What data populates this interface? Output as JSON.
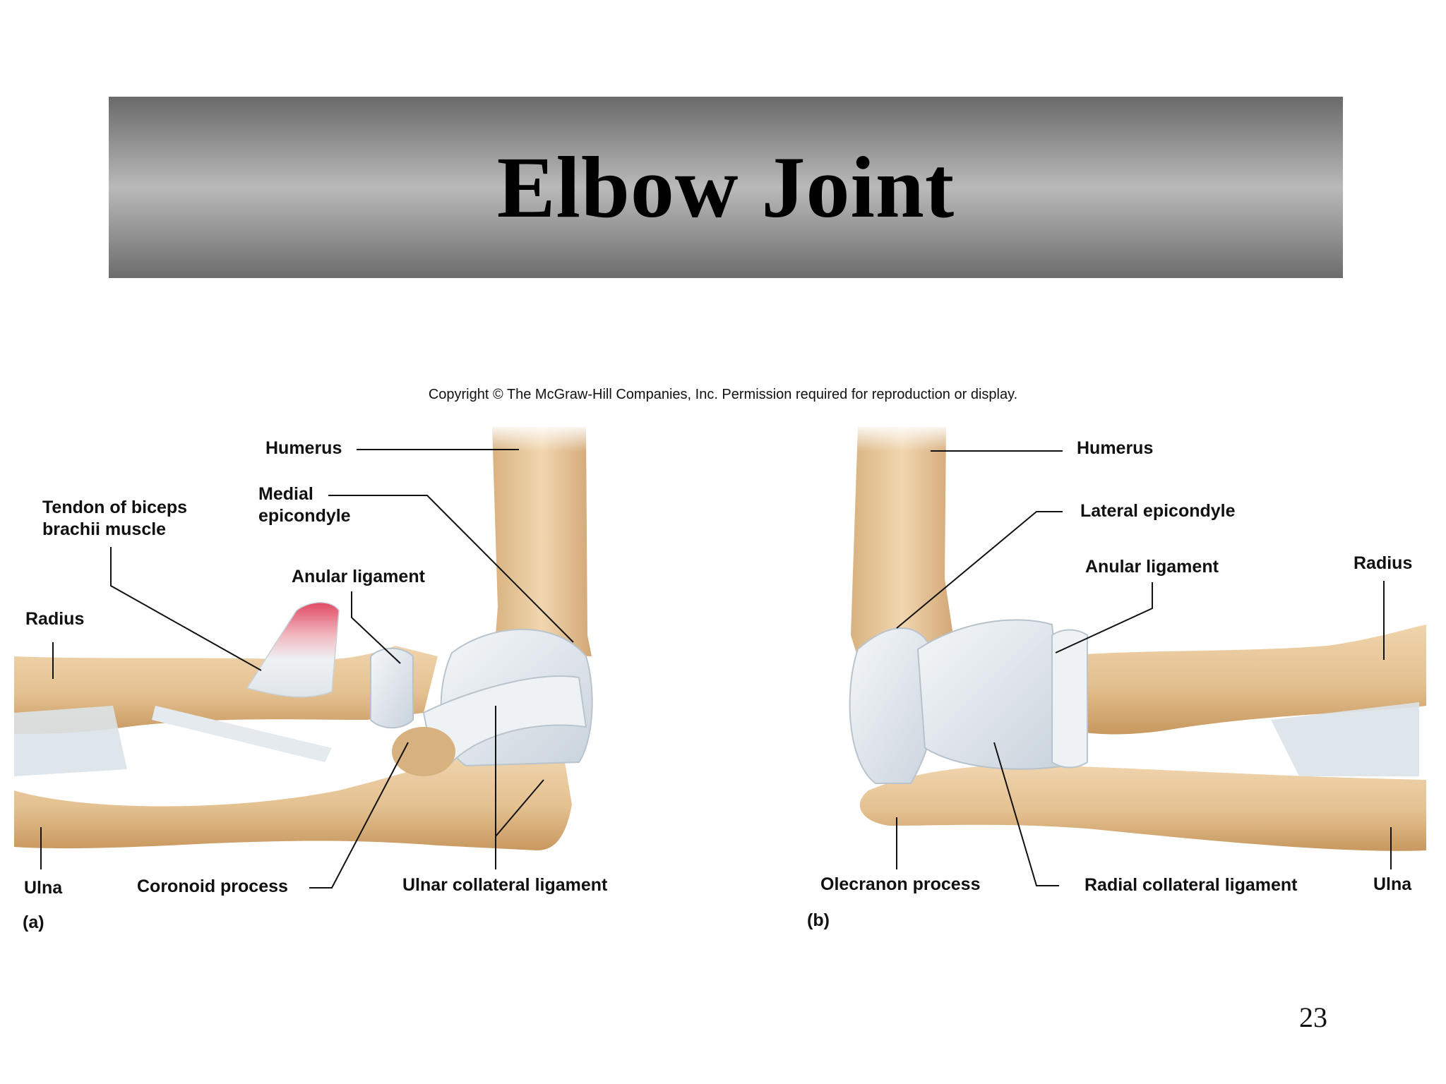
{
  "slide": {
    "title": "Elbow Joint",
    "copyright": "Copyright © The McGraw-Hill Companies, Inc. Permission required for reproduction or display.",
    "page_number": "23"
  },
  "figure_a": {
    "panel_label": "(a)",
    "labels": {
      "humerus": "Humerus",
      "medial_epicondyle": "Medial\nepicondyle",
      "tendon_biceps": "Tendon of biceps\nbrachii muscle",
      "anular_ligament": "Anular ligament",
      "radius": "Radius",
      "ulna": "Ulna",
      "coronoid_process": "Coronoid process",
      "ulnar_collateral_ligament": "Ulnar collateral ligament"
    }
  },
  "figure_b": {
    "panel_label": "(b)",
    "labels": {
      "humerus": "Humerus",
      "lateral_epicondyle": "Lateral epicondyle",
      "anular_ligament": "Anular ligament",
      "radius": "Radius",
      "olecranon_process": "Olecranon process",
      "radial_collateral_ligament": "Radial collateral ligament",
      "ulna": "Ulna"
    }
  },
  "colors": {
    "bone": "#e8c9a0",
    "bone_shadow": "#c9a06d",
    "ligament": "#dfe6ec",
    "tendon_tip": "#e8566a"
  }
}
